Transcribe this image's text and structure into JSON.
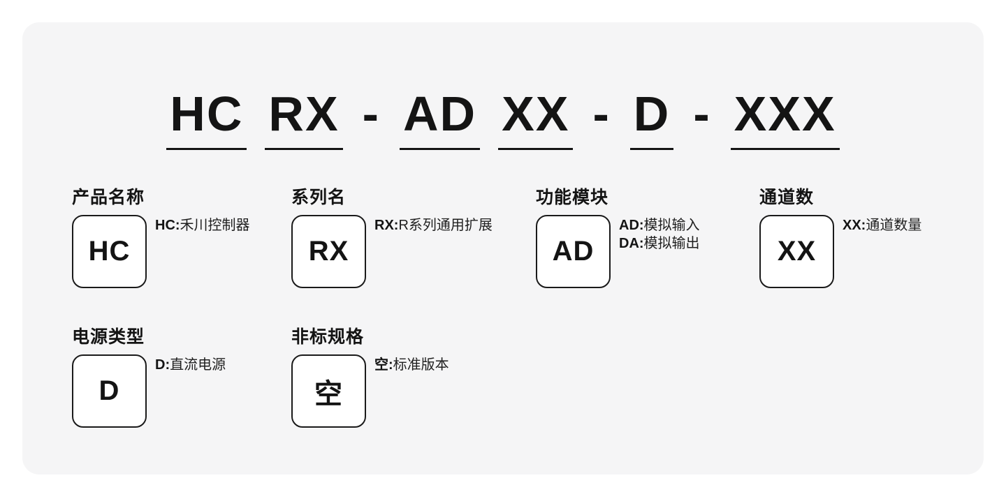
{
  "colors": {
    "page_background": "#ffffff",
    "panel_background": "#f5f5f6",
    "text_color": "#141414",
    "box_background": "#ffffff",
    "box_border": "#1a1a1a"
  },
  "model_code": {
    "segments": [
      {
        "text": "HC",
        "underlined": true
      },
      {
        "text": "RX",
        "underlined": true
      },
      {
        "text": "-",
        "underlined": false
      },
      {
        "text": "AD",
        "underlined": true
      },
      {
        "text": "XX",
        "underlined": true
      },
      {
        "text": "-",
        "underlined": false
      },
      {
        "text": "D",
        "underlined": true
      },
      {
        "text": "-",
        "underlined": false
      },
      {
        "text": "XXX",
        "underlined": true
      }
    ]
  },
  "cards": [
    {
      "label": "产品名称",
      "code": "HC",
      "descriptions": [
        {
          "key": "HC:",
          "value": "禾川控制器"
        }
      ]
    },
    {
      "label": "系列名",
      "code": "RX",
      "descriptions": [
        {
          "key": "RX:",
          "value": "R系列通用扩展"
        }
      ]
    },
    {
      "label": "功能模块",
      "code": "AD",
      "descriptions": [
        {
          "key": "AD:",
          "value": "模拟输入"
        },
        {
          "key": "DA:",
          "value": "模拟输出"
        }
      ]
    },
    {
      "label": "通道数",
      "code": "XX",
      "descriptions": [
        {
          "key": "XX:",
          "value": "通道数量"
        }
      ]
    },
    {
      "label": "电源类型",
      "code": "D",
      "descriptions": [
        {
          "key": "D:",
          "value": "直流电源"
        }
      ]
    },
    {
      "label": "非标规格",
      "code": "空",
      "descriptions": [
        {
          "key": "空:",
          "value": "标准版本"
        }
      ]
    }
  ]
}
